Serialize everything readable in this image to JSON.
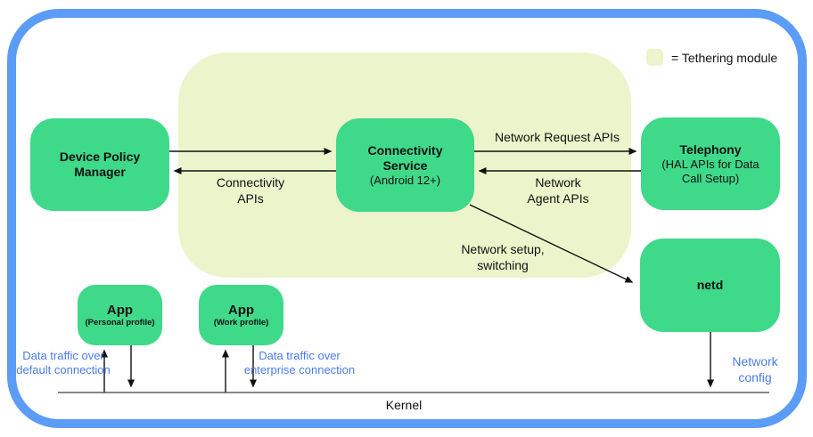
{
  "colors": {
    "node_green": "#3FD98A",
    "tethering_module_yellow": "#ECF4CB",
    "frame_blue": "#5B9CF6",
    "annotation_blue": "#4B7CEF",
    "arrow_black": "#111111"
  },
  "legend": {
    "label": "= Tethering module"
  },
  "nodes": {
    "device_policy_manager": {
      "title": "Device Policy\nManager"
    },
    "connectivity_service": {
      "title": "Connectivity\nService",
      "subtitle": "(Android 12+)"
    },
    "telephony": {
      "title": "Telephony",
      "subtitle": "(HAL APIs for Data\nCall Setup)"
    },
    "netd": {
      "title": "netd"
    },
    "app_personal": {
      "title": "App",
      "subtitle": "(Personal profile)"
    },
    "app_work": {
      "title": "App",
      "subtitle": "(Work profile)"
    }
  },
  "edge_labels": {
    "network_request_apis": "Network Request APIs",
    "network_agent_apis": "Network\nAgent APIs",
    "connectivity_apis": "Connectivity\nAPIs",
    "network_setup_switching": "Network setup,\nswitching",
    "data_traffic_default": "Data traffic over\ndefault connection",
    "data_traffic_enterprise": "Data traffic over\nenterprise connection",
    "network_config": "Network\nconfig"
  },
  "kernel": {
    "label": "Kernel"
  }
}
